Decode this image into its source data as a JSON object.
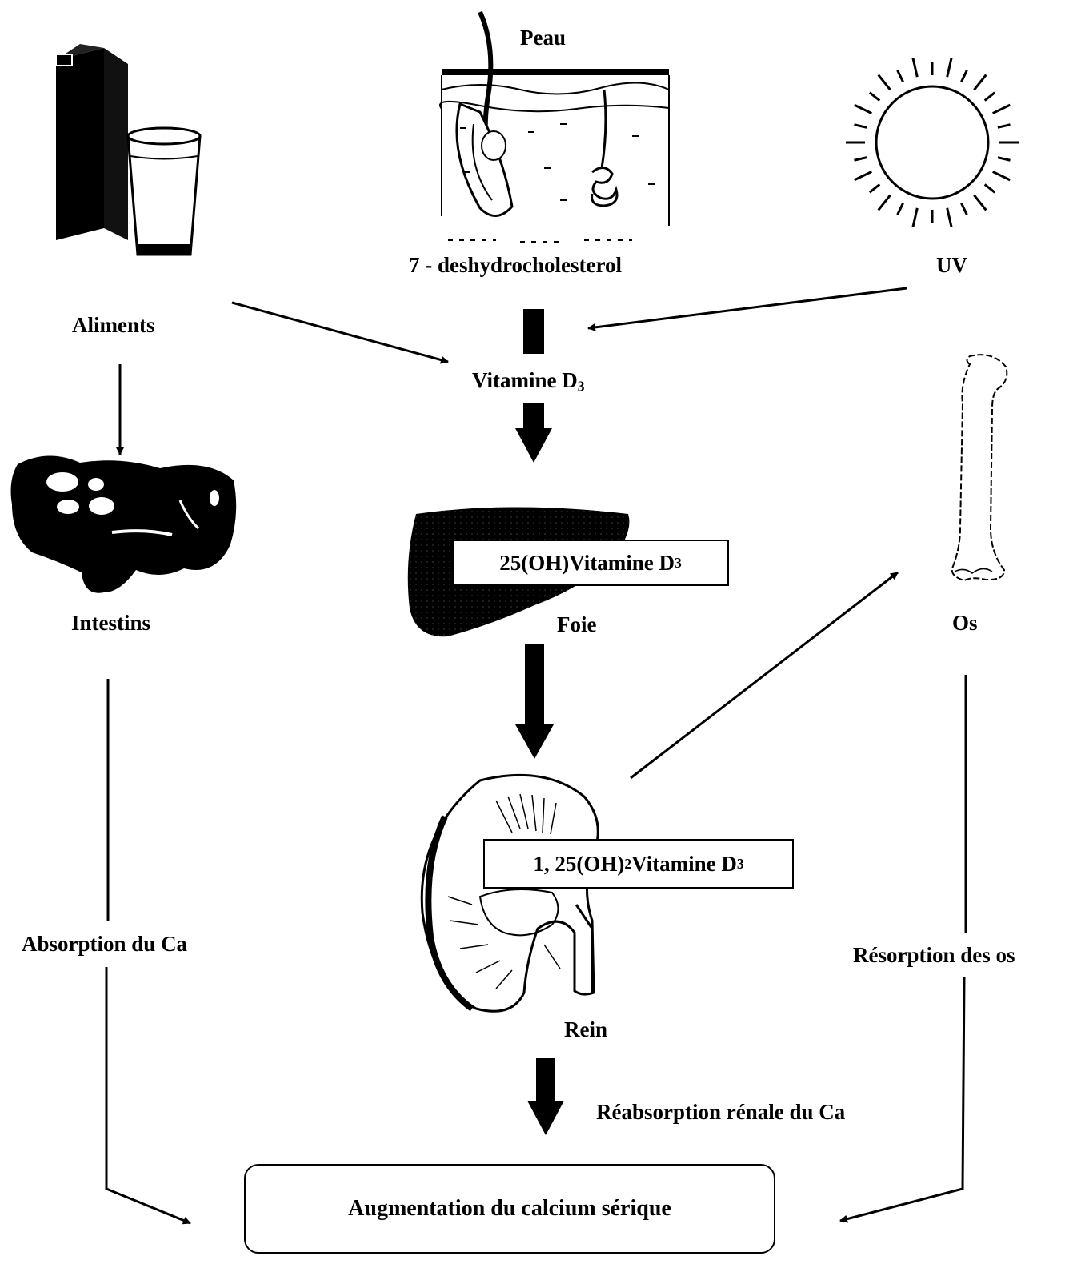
{
  "labels": {
    "peau": "Peau",
    "precursor": "7 - deshydrocholesterol",
    "uv": "UV",
    "aliments": "Aliments",
    "vitamin_d3": "Vitamine D",
    "intestins": "Intestins",
    "foie": "Foie",
    "os": "Os",
    "rein": "Rein",
    "absorption": "Absorption du Ca",
    "resorption": "Résorption des os",
    "reabsorption": "Réabsorption rénale du Ca"
  },
  "boxes": {
    "hydroxy": "25(OH)Vitamine D",
    "dihydroxy_prefix": "1, 25(OH)",
    "dihydroxy_suffix": "Vitamine D",
    "result": "Augmentation du calcium sérique"
  },
  "subscripts": {
    "three": "3",
    "two": "2"
  },
  "icons": [
    "milk-carton-icon",
    "milk-glass-icon",
    "skin-section-icon",
    "sun-icon",
    "intestines-icon",
    "liver-icon",
    "kidney-icon",
    "bone-icon"
  ]
}
